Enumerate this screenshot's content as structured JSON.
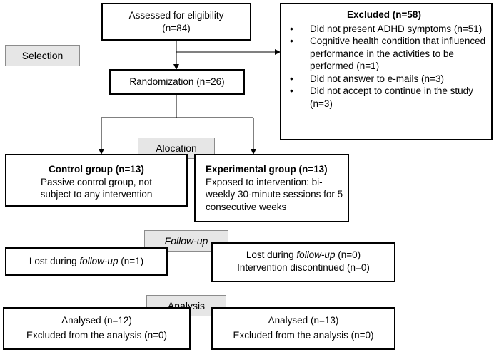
{
  "assessed": {
    "line1": "Assessed for eligibility",
    "line2": "(n=84)"
  },
  "excluded": {
    "title": "Excluded (n=58)",
    "items": [
      "Did not present ADHD symptoms (n=51)",
      "Cognitive health condition that influenced performance in the activities to be performed (n=1)",
      "Did not answer to e-mails (n=3)",
      "Did not accept to continue in the study (n=3)"
    ]
  },
  "stages": {
    "selection": "Selection",
    "allocation": "Alocation",
    "follow_up": "Follow-up",
    "analysis": "Analysis"
  },
  "randomization": {
    "label": "Randomization (n=26)"
  },
  "control": {
    "title": "Control group (n=13)",
    "line1": "Passive control group, not",
    "line2": "subject to any intervention"
  },
  "experimental": {
    "title": "Experimental group (n=13)",
    "line1": "Exposed to intervention: bi-",
    "line2": "weekly 30-minute sessions for 5",
    "line3": "consecutive weeks"
  },
  "followup_control": {
    "prefix": "Lost during ",
    "italic": "follow-up",
    "suffix": " (n=1)"
  },
  "followup_experimental": {
    "prefix": "Lost during ",
    "italic": "follow-up",
    "suffix": " (n=0)",
    "line2": "Intervention discontinued (n=0)"
  },
  "analysis_control": {
    "line1": "Analysed (n=12)",
    "line2": "Excluded from the analysis (n=0)"
  },
  "analysis_experimental": {
    "line1": "Analysed (n=13)",
    "line2": "Excluded from the analysis (n=0)"
  }
}
